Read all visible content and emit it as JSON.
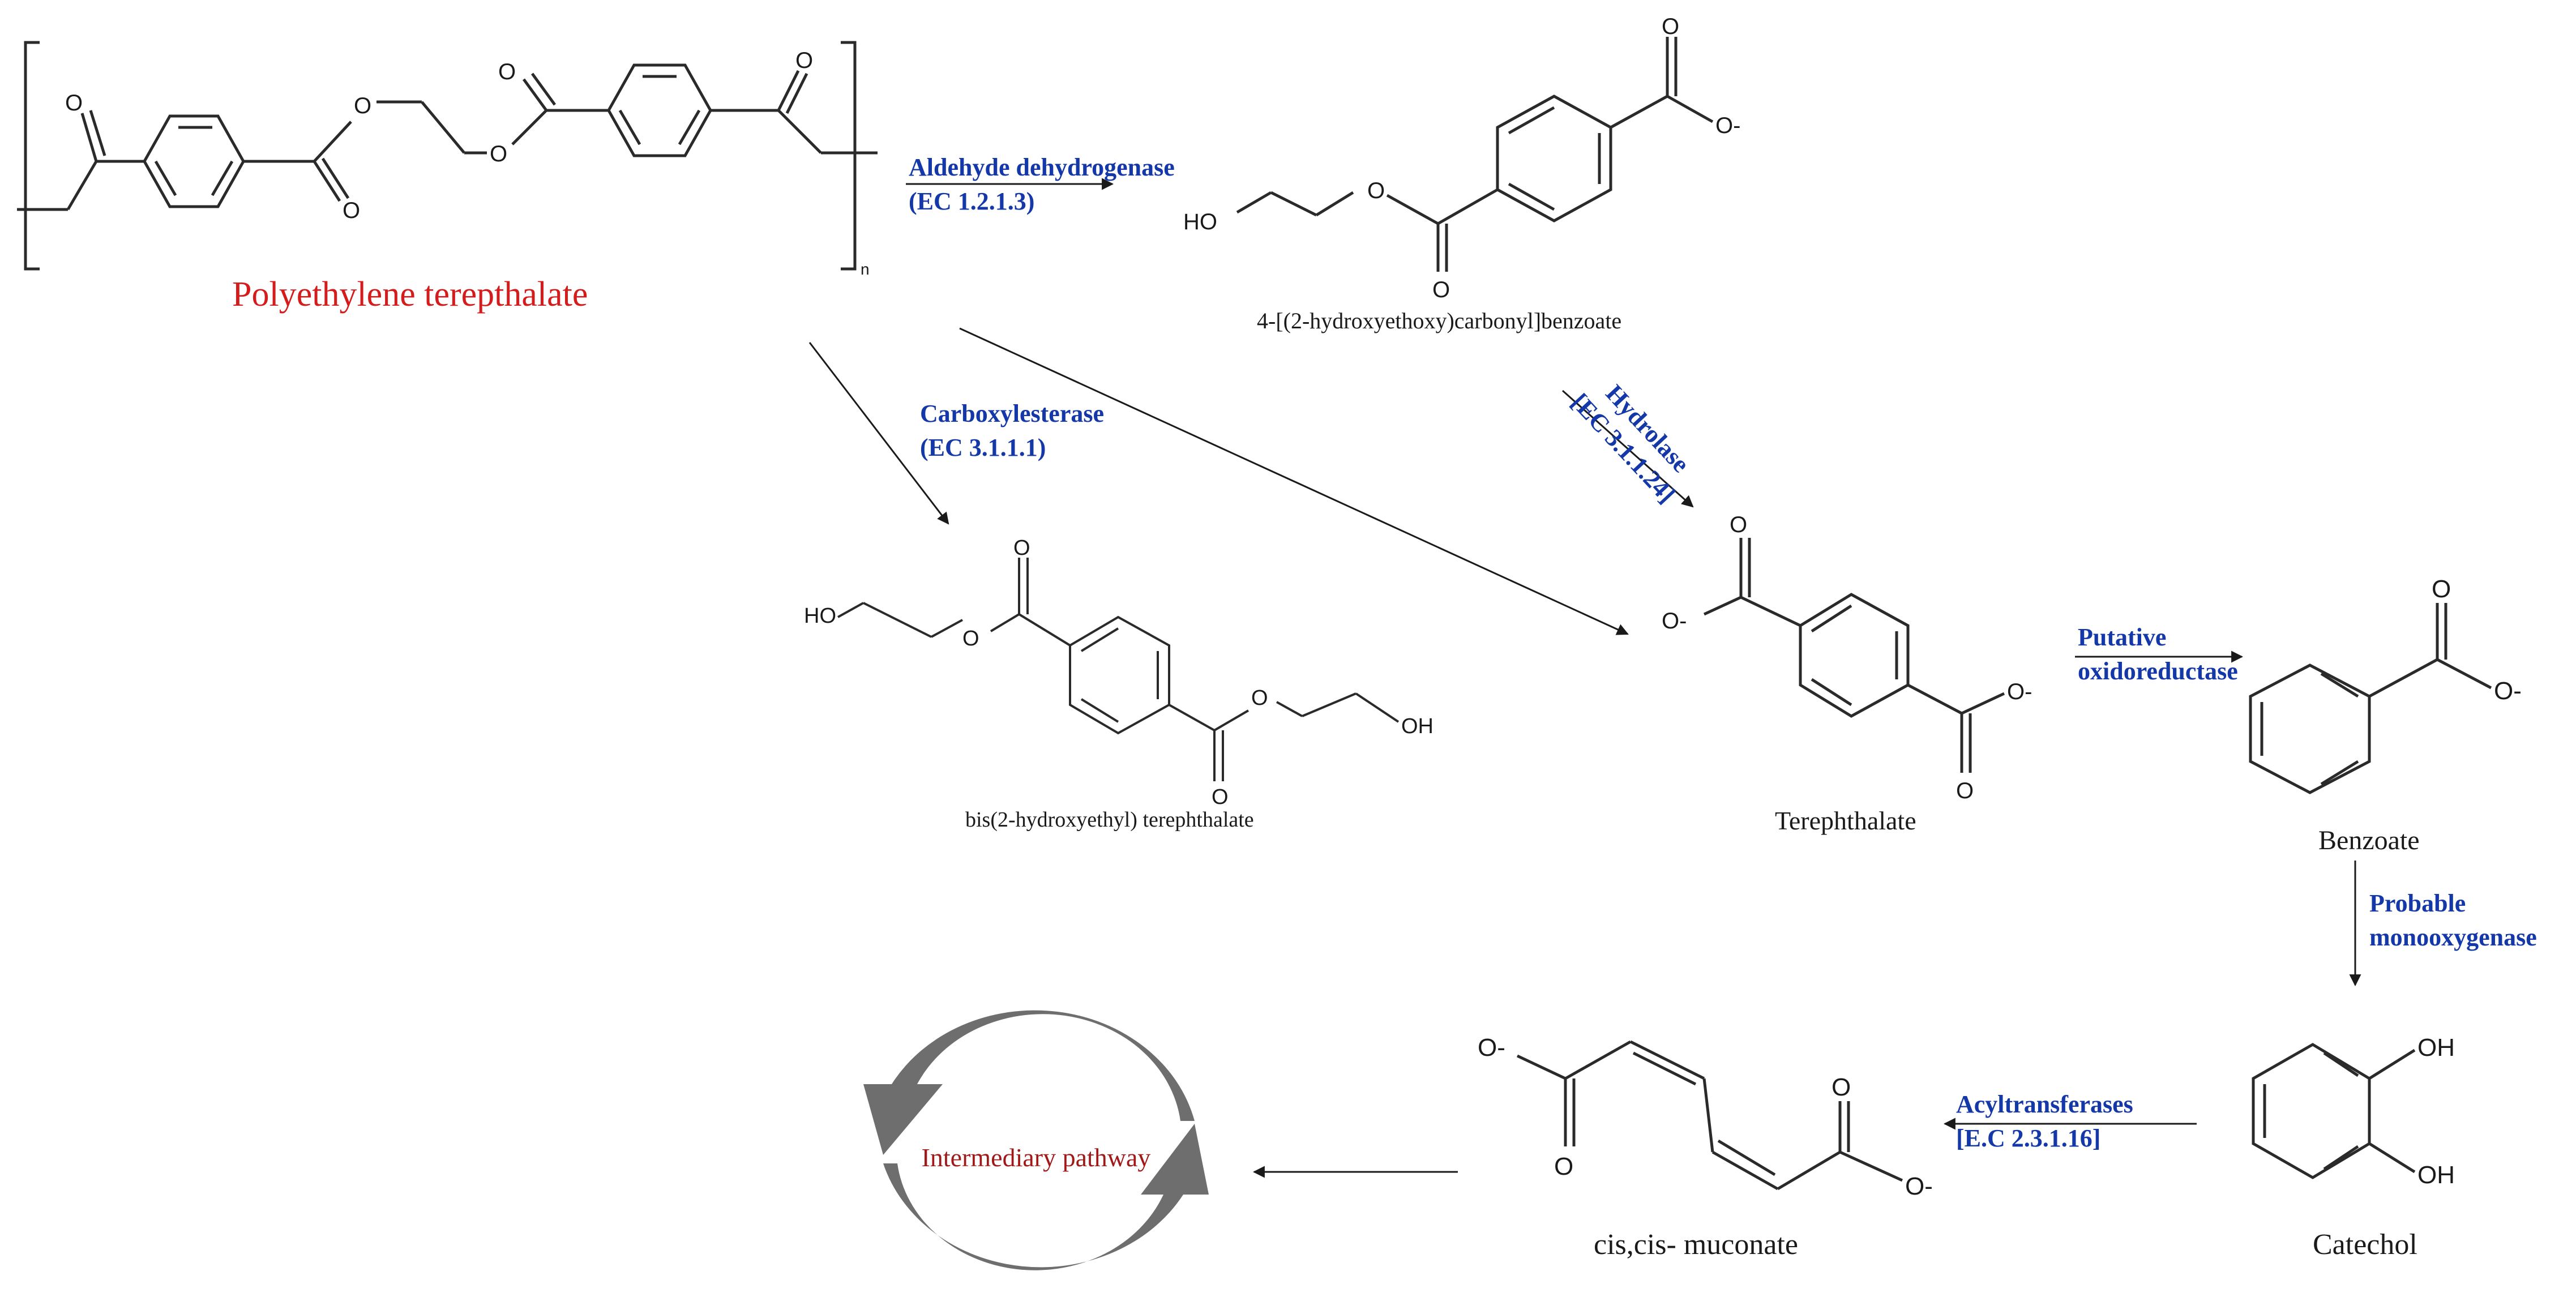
{
  "colors": {
    "polymer": "#d41c1c",
    "enzyme": "#1438a8",
    "text": "#1a1a1a",
    "bond": "#2a2a2a",
    "cycle": "#6e6e6e",
    "cycle_text": "#a01818"
  },
  "compounds": {
    "pet": "Polyethylene terepthalate",
    "mhet": "4-[(2-hydroxyethoxy)carbonyl]benzoate",
    "bhet": "bis(2-hydroxyethyl) terephthalate",
    "terephthalate": "Terephthalate",
    "benzoate": "Benzoate",
    "catechol": "Catechol",
    "muconate": "cis,cis- muconate"
  },
  "enzymes": {
    "aldehyde_dh": [
      "Aldehyde dehydrogenase",
      "(EC 1.2.1.3)"
    ],
    "carboxylesterase": [
      "Carboxylesterase",
      "(EC 3.1.1.1)"
    ],
    "hydrolase": [
      "Hydrolase",
      "[EC 3.1.1.24]"
    ],
    "oxidoreductase": [
      "Putative",
      "oxidoreductase"
    ],
    "monooxygenase": [
      "Probable",
      "monooxygenase"
    ],
    "acyltransferase": [
      "Acyltransferases",
      "[E.C 2.3.1.16]"
    ]
  },
  "atoms": {
    "O": "O",
    "O_minus": "O-",
    "OH": "OH",
    "HO": "HO",
    "n": "n"
  },
  "cycle_label": "Intermediary pathway"
}
